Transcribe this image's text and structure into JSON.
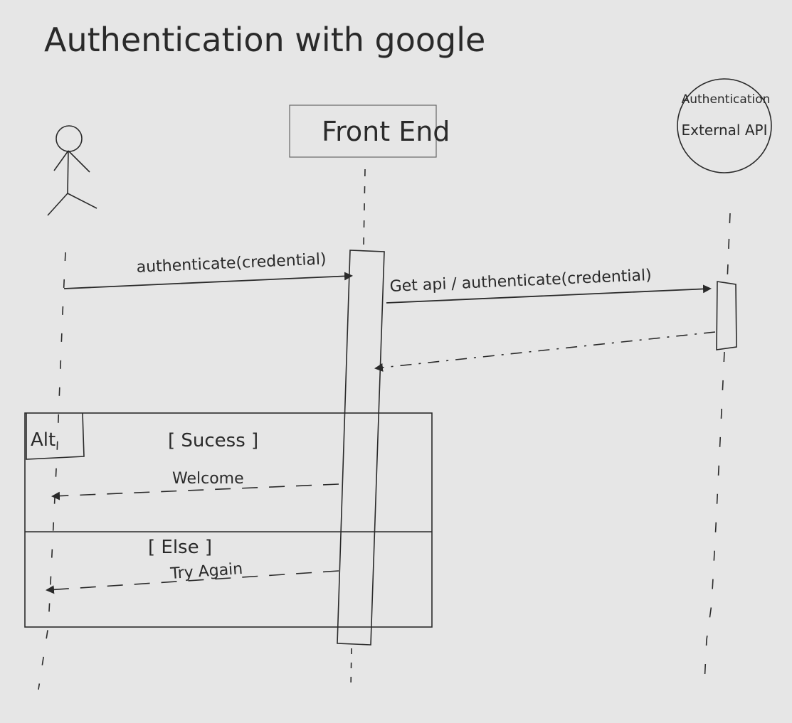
{
  "title": "Authentication with google",
  "participants": {
    "frontend": "Front End",
    "external_api": {
      "line1": "Authentication",
      "line2": "External API"
    }
  },
  "messages": {
    "authenticate": "authenticate(credential)",
    "get_api": "Get api / authenticate(credential)"
  },
  "fragment": {
    "operator": "Alt",
    "guard_success": "[ Sucess ]",
    "guard_else": "[ Else ]",
    "msg_welcome": "Welcome",
    "msg_try_again": "Try Again"
  },
  "colors": {
    "background": "#e6e6e6",
    "ink": "#2a2a2a",
    "frontend_border": "#666666"
  }
}
